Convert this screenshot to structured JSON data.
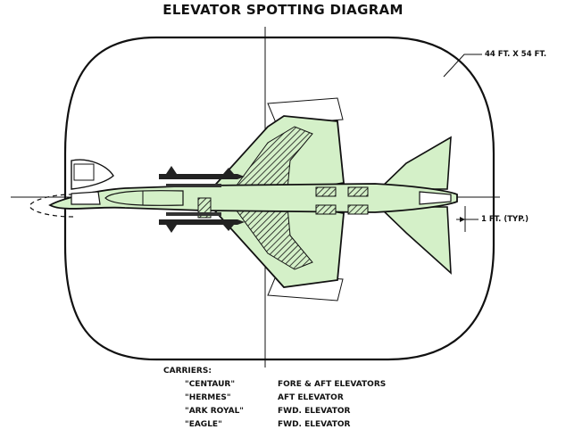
{
  "title": "ELEVATOR SPOTTING DIAGRAM",
  "dimensions": {
    "elevator": "44 FT. X 54 FT.",
    "clearance": "1 FT. (TYP.)"
  },
  "carriers": {
    "heading": "CARRIERS:",
    "rows": [
      {
        "ship": "\"CENTAUR\"",
        "elevator": "FORE & AFT ELEVATORS"
      },
      {
        "ship": "\"HERMES\"",
        "elevator": "AFT ELEVATOR"
      },
      {
        "ship": "\"ARK ROYAL\"",
        "elevator": "FWD. ELEVATOR"
      },
      {
        "ship": "\"EAGLE\"",
        "elevator": "FWD. ELEVATOR"
      }
    ]
  },
  "colors": {
    "aircraft_fill": "#d4f0c8",
    "line": "#111111"
  }
}
